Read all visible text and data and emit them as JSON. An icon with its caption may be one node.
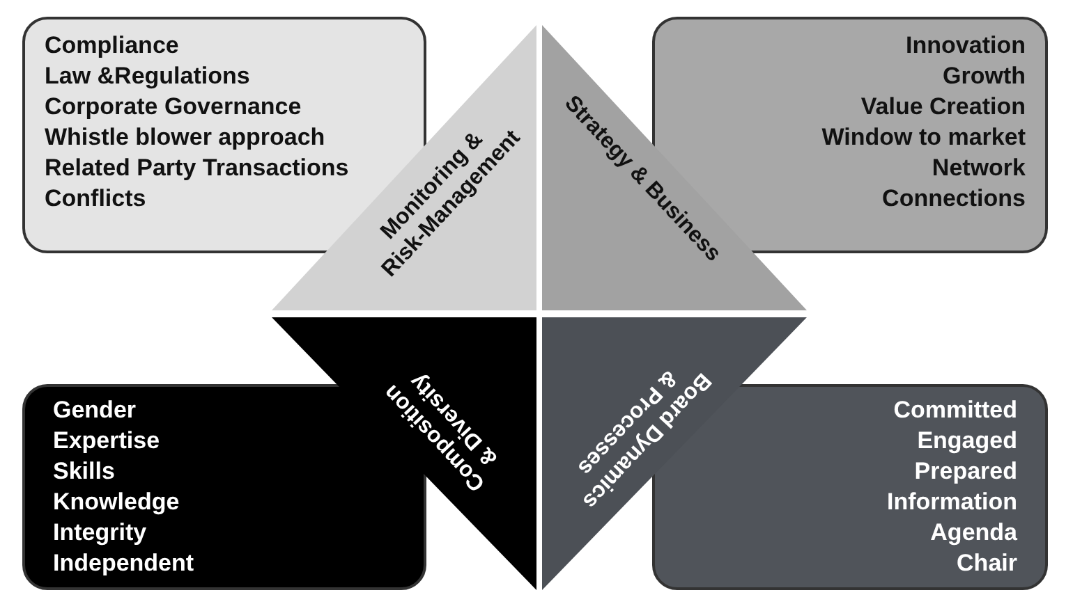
{
  "diagram": {
    "nodes": [
      {
        "text": [
          "Compliance",
          "Law &Regulations",
          "Corporate Governance",
          "Whistle blower approach",
          "Related Party Transactions",
          "Conflicts"
        ]
      },
      {
        "text": [
          "Monitoring & Risk-Management"
        ]
      },
      {
        "text": [
          "Strategy & Business"
        ]
      },
      {
        "text": [
          "Innovation",
          "Growth",
          "Value Creation",
          "Window to market",
          "Network",
          "Connections"
        ]
      },
      {
        "text": [
          "Gender",
          "Expertise",
          "Skills",
          "Knowledge",
          "Integrity",
          "Independent"
        ]
      },
      {
        "text": [
          "Composition & Diversity"
        ]
      },
      {
        "text": [
          "Board Dynamics & Processes"
        ]
      },
      {
        "text": [
          "Committed",
          "Engaged",
          "Prepared",
          "Information",
          "Agenda",
          "Chair"
        ]
      }
    ],
    "edges": []
  }
}
